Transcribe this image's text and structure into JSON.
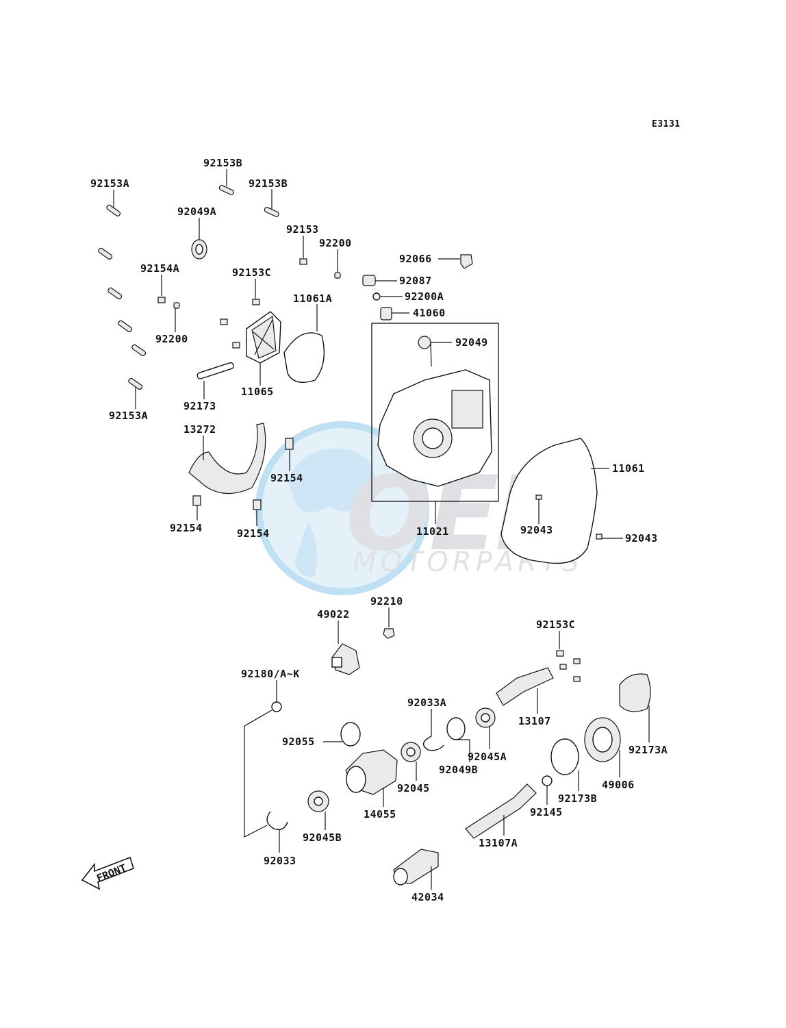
{
  "diagram_code": "E3131",
  "front_label": "FRONT",
  "watermark": {
    "brand": "OEM",
    "subtitle": "MOTORPARTS"
  },
  "labels": {
    "l_92153B_top": "92153B",
    "l_92153A_top": "92153A",
    "l_92153B_mid": "92153B",
    "l_92049A": "92049A",
    "l_92153": "92153",
    "l_92200_top": "92200",
    "l_92066": "92066",
    "l_92087": "92087",
    "l_92200A": "92200A",
    "l_41060": "41060",
    "l_92154A": "92154A",
    "l_92153C_top": "92153C",
    "l_11061A": "11061A",
    "l_92049": "92049",
    "l_92200_left": "92200",
    "l_11065": "11065",
    "l_92173": "92173",
    "l_92153A_bot": "92153A",
    "l_13272": "13272",
    "l_92154_a": "92154",
    "l_92154_b": "92154",
    "l_92154_c": "92154",
    "l_11061": "11061",
    "l_92043_a": "92043",
    "l_92043_b": "92043",
    "l_11021": "11021",
    "l_92210": "92210",
    "l_49022": "49022",
    "l_92153C_bot": "92153C",
    "l_92180": "92180/A~K",
    "l_92033A": "92033A",
    "l_13107": "13107",
    "l_92055": "92055",
    "l_92045A": "92045A",
    "l_92173A": "92173A",
    "l_92049B": "92049B",
    "l_92045": "92045",
    "l_49006": "49006",
    "l_92173B": "92173B",
    "l_14055": "14055",
    "l_92145": "92145",
    "l_92045B": "92045B",
    "l_13107A": "13107A",
    "l_92033": "92033",
    "l_42034": "42034"
  }
}
